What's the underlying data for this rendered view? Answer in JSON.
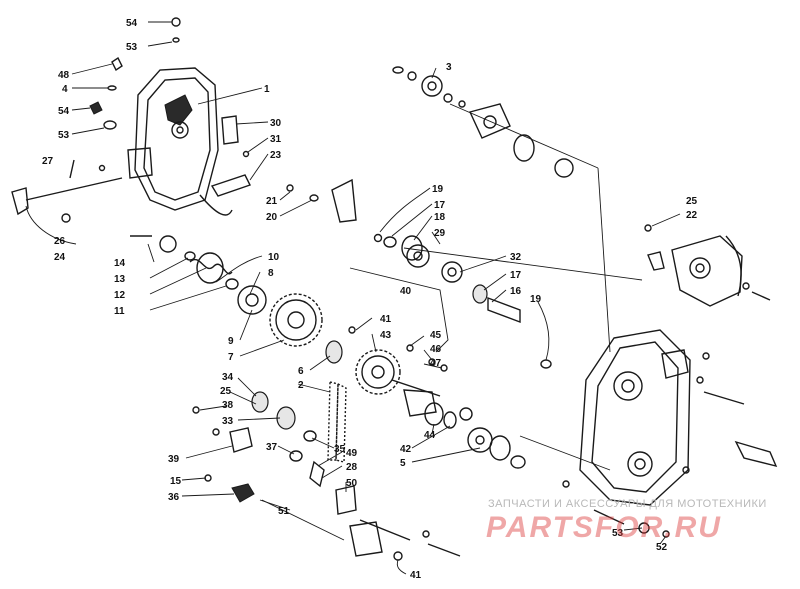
{
  "watermark": {
    "caption": "ЗАПЧАСТИ И АКСЕССУАРЫ ДЛЯ МОТОТЕХНИКИ",
    "brand": "PARTSFOR.RU",
    "brand_color": "#dc3c3c"
  },
  "callouts": {
    "n54a": "54",
    "n53a": "53",
    "n48": "48",
    "n4": "4",
    "n54b": "54",
    "n53b": "53",
    "n1": "1",
    "n30": "30",
    "n31": "31",
    "n23": "23",
    "n27": "27",
    "n26": "26",
    "n24": "24",
    "n3": "3",
    "n21": "21",
    "n20": "20",
    "n19a": "19",
    "n17a": "17",
    "n18": "18",
    "n29": "29",
    "n25a": "25",
    "n22": "22",
    "n14": "14",
    "n13": "13",
    "n12": "12",
    "n11": "11",
    "n10": "10",
    "n8": "8",
    "n9": "9",
    "n7": "7",
    "n6": "6",
    "n40": "40",
    "n41a": "41",
    "n43": "43",
    "n32": "32",
    "n17b": "17",
    "n16": "16",
    "n19b": "19",
    "n45": "45",
    "n46": "46",
    "n47": "47",
    "n34": "34",
    "n25b": "25",
    "n38": "38",
    "n33": "33",
    "n2": "2",
    "n35": "35",
    "n44": "44",
    "n42": "42",
    "n5": "5",
    "n39": "39",
    "n37": "37",
    "n49": "49",
    "n28": "28",
    "n50": "50",
    "n15": "15",
    "n36": "36",
    "n51": "51",
    "n53c": "53",
    "n52": "52",
    "n41b": "41"
  }
}
